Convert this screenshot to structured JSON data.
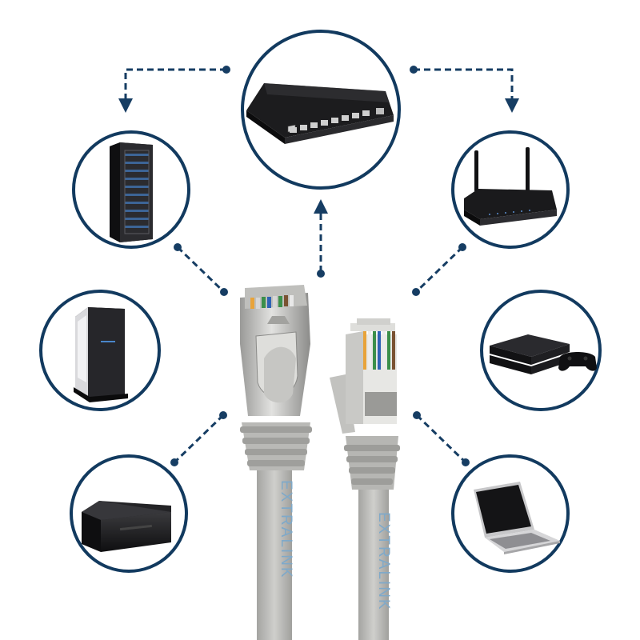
{
  "brand": {
    "cable_left_text": "EXTRALINK",
    "cable_right_text": "EXTRALINK"
  },
  "colors": {
    "ring": "#123a5f",
    "connector_line": "#163d63",
    "cable_gray": "#b4b4b1",
    "brand_blue": "#7fa9c9",
    "device_black": "#1b1b1d"
  },
  "devices": [
    {
      "id": "switch",
      "icon": "network-switch-icon"
    },
    {
      "id": "server-rack",
      "icon": "server-rack-icon"
    },
    {
      "id": "router",
      "icon": "wifi-router-icon"
    },
    {
      "id": "pc-tower",
      "icon": "pc-tower-icon"
    },
    {
      "id": "game-console",
      "icon": "game-console-icon"
    },
    {
      "id": "printer",
      "icon": "printer-icon"
    },
    {
      "id": "laptop",
      "icon": "laptop-icon"
    }
  ],
  "connectors": [
    "rj45-plug-front",
    "rj45-plug-side"
  ]
}
